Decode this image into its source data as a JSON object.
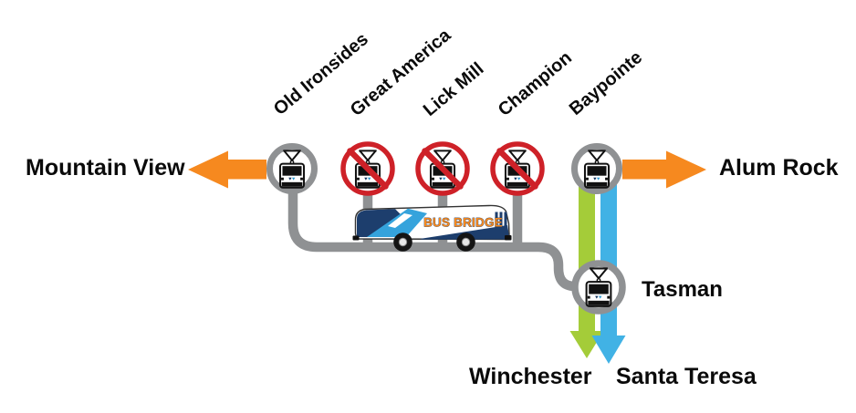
{
  "diagram": {
    "west_terminal": "Mountain View",
    "east_terminal": "Alum Rock",
    "stations": [
      {
        "name": "Old Ironsides",
        "status": "served"
      },
      {
        "name": "Great America",
        "status": "closed"
      },
      {
        "name": "Lick Mill",
        "status": "closed"
      },
      {
        "name": "Champion",
        "status": "closed"
      },
      {
        "name": "Baypointe",
        "status": "served"
      }
    ],
    "bus_bridge_label": "BUS BRIDGE",
    "transfer_station": {
      "name": "Tasman"
    },
    "south_branches": [
      {
        "destination": "Winchester",
        "color": "#a4cc39"
      },
      {
        "destination": "Santa Teresa",
        "color": "#41b2e5"
      }
    ],
    "colors": {
      "line_orange": "#f6891f",
      "bus_bridge_gray": "#8f9193",
      "closed_red": "#ce2128",
      "winchester_green": "#a4cc39",
      "santa_teresa_blue": "#41b2e5",
      "bus_navy": "#1d3e6d"
    }
  }
}
